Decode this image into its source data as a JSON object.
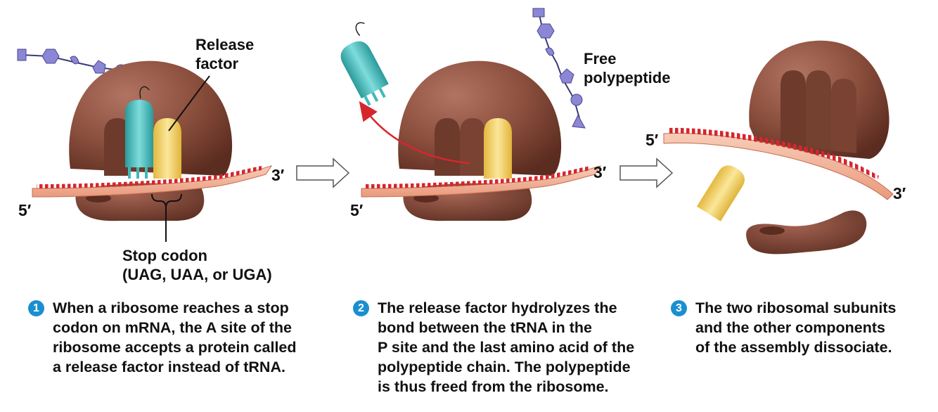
{
  "labels": {
    "release_factor": "Release\nfactor",
    "stop_codon": "Stop codon\n(UAG, UAA, or UGA)",
    "free_polypeptide": "Free\npolypeptide",
    "five_prime": "5′",
    "three_prime": "3′"
  },
  "steps": [
    {
      "number": "1",
      "text": "When a ribosome reaches a stop\ncodon on mRNA, the A site of the\nribosome accepts a protein called\na release factor instead of tRNA."
    },
    {
      "number": "2",
      "text": "The release factor hydrolyzes the\nbond between the tRNA in the\nP site and the last amino acid of the\npolypeptide chain. The polypeptide\nis thus freed from the ribosome."
    },
    {
      "number": "3",
      "text": "The two ribosomal subunits\nand the other components\nof the assembly dissociate."
    }
  ],
  "colors": {
    "ribosome": "#8a4e3c",
    "ribosome_dark": "#5e3024",
    "trna": "#3fb9b9",
    "release_factor": "#f2d36b",
    "mrna": "#f3b8a0",
    "codon": "#d6262c",
    "amino_acid": "#8b87d6",
    "step_badge": "#1a8fd0"
  },
  "icons": [
    "process-arrow-icon",
    "ejection-arrow-icon"
  ]
}
